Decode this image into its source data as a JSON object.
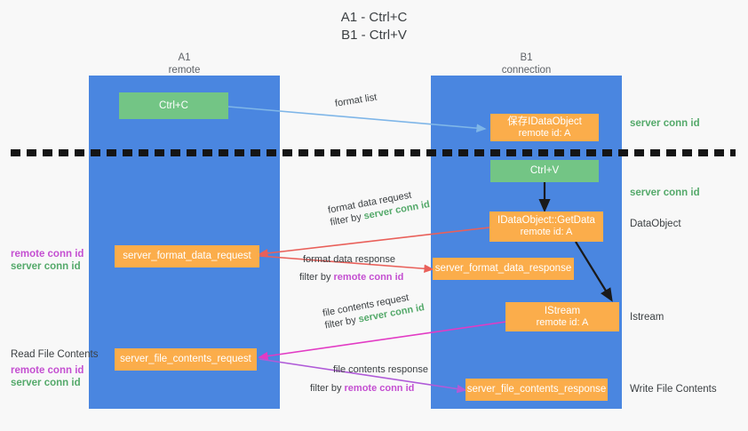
{
  "title": {
    "line1": "A1 - Ctrl+C",
    "line2": "B1 - Ctrl+V"
  },
  "columns": [
    {
      "name": "A1",
      "sub": "remote"
    },
    {
      "name": "B1",
      "sub": "connection"
    }
  ],
  "nodes": {
    "ctrl_c": {
      "label": "Ctrl+C"
    },
    "ctrl_v": {
      "label": "Ctrl+V"
    },
    "save_idataobject": {
      "line1": "保存IDataObject",
      "line2": "remote id: A"
    },
    "getdata": {
      "line1": "IDataObject::GetData",
      "line2": "remote id: A"
    },
    "istream": {
      "line1": "IStream",
      "line2": "remote id: A"
    },
    "server_format_data_request": {
      "label": "server_format_data_request"
    },
    "server_format_data_response": {
      "label": "server_format_data_response"
    },
    "server_file_contents_request": {
      "label": "server_file_contents_request"
    },
    "server_file_contents_response": {
      "label": "server_file_contents_response"
    }
  },
  "edges": {
    "format_list": {
      "label": "format list"
    },
    "format_data_request": {
      "l1": "format data request",
      "l2_prefix": "filter by ",
      "l2_token": "server conn id"
    },
    "format_data_response": {
      "l1": "format data response",
      "l2_prefix": "filter by ",
      "l2_token": "remote conn id"
    },
    "file_contents_request": {
      "l1": "file contents request",
      "l2_prefix": "filter by ",
      "l2_token": "server conn id"
    },
    "file_contents_response": {
      "l1": "file contents response",
      "l2_prefix": "filter by ",
      "l2_token": "remote conn id"
    }
  },
  "annotations": {
    "right_server_conn_top": "server conn id",
    "right_server_conn_mid": "server conn id",
    "right_dataobject": "DataObject",
    "right_istream": "Istream",
    "right_write_file_contents": "Write File Contents",
    "left_remote_conn_1": "remote conn id",
    "left_server_conn_1": "server conn id",
    "left_read_file_contents": "Read File Contents",
    "left_remote_conn_2": "remote conn id",
    "left_server_conn_2": "server conn id"
  },
  "colors": {
    "lane": "#4a86e0",
    "green_box": "#73c585",
    "orange_box": "#fbad4b",
    "green_text": "#54a96a",
    "purple_text": "#c44fd1",
    "arrow_blue": "#7fb6e8",
    "arrow_red": "#e9605a",
    "arrow_magenta": "#e23bc4",
    "arrow_purple": "#b05bd8",
    "arrow_black": "#1a1a1a",
    "divider": "#151515"
  }
}
